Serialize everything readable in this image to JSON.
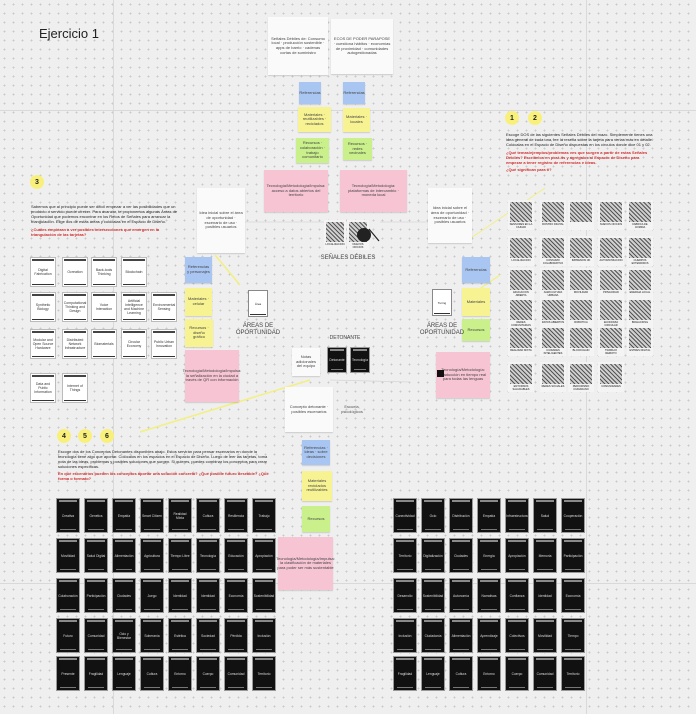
{
  "board": {
    "title": "Ejercicio 1"
  },
  "steps": {
    "s1": "1",
    "s2": "2",
    "s3": "3",
    "s4": "4",
    "s5": "5",
    "s6": "6"
  },
  "instructions": {
    "left_top": "Sabemos que al principio puede ser difícil empezar a ver las posibilidades que un producto o servicio puede ofrecer. Para avanzar, te proponemos algunas Áreas de Oportunidad que podemos encontrar en los Retos de Señales para arrancar la triangulación. Elige dos de estas áreas y colócalas en el Espacio de Diseño.",
    "left_top_q": "¿Cuáles empiezan a ver posibles intersecciones que emergen en la triangulación de las tarjetas?",
    "right_top": "Escoge DOS de las siguientes Señales Débiles del mazo. Simplemente tienes una idea general de cada una, lee la reseña sobre la tarjeta para verlas más en detalle. Colócalas en el Espacio de Diseño dispuestas en los círculos donde dice 01 y 02.",
    "right_top_q": "¿Qué temas/ejemplos/problemas ves que surgen a partir de estas Señales Débiles? Escríbelos en post-its y agrégalos al Espacio de Diseño para empezar a tener registro de referencias e ideas.",
    "right_top_q2": "¿Qué significan para ti?",
    "bottom": "Escoge dos de los Conceptos Detonantes disponibles abajo. Estos servirán para pensar escenarios en donde la tecnología tiene algo que aportar. Colócalos en los espacios en el Espacio de Diseño. Luego de leer las tarjetas, toma nota de las ideas, problemas y posibles soluciones que surgen. Si quieres, puedes combinar los conceptos para crear soluciones específicas.",
    "bottom_q": "En qué escenarios pueden los conceptos aportar una solución concreta? ¿Qué posible futuro deseable? ¿Qué forma o formato?"
  },
  "center": {
    "senales_label": "SEÑALES DÉBILES",
    "areas_left_label": "ÁREAS DE OPORTUNIDAD",
    "areas_right_label": "ÁREAS DE OPORTUNIDAD",
    "detonante_label": "DETONANTE",
    "doc_left": "Área",
    "doc_right": "Turing",
    "det_card_1": "Detonante",
    "det_card_2": "Tecnología"
  },
  "top_notes": {
    "white_1": "Señales Débiles de: Consumo local · producción sostenible · apps de barrio · cadenas cortas de suministro",
    "white_2": "ECOS DE PODER PARAPOSE · cuestiona hábitos · economías de proximidad · comunidades autogestionadas",
    "blue_1": "Referencias",
    "blue_2": "Referencias",
    "yel_1": "Materiales · reutilizables · reciclados",
    "yel_2": "Materiales · locales",
    "grn_1": "Recursos · colaboración · trabajo comunitario",
    "grn_2": "Recursos · redes vecinales",
    "pink_1": "Tecnología/Metodología/Impulsa: acceso a datos abiertos del territorio",
    "pink_2": "Tecnología/Metodología: plataformas de intercambio · moneda local"
  },
  "left_notes": {
    "white": "Idea inicial sobre el área de oportunidad · escenario de uso · posibles usuarios",
    "blue": "Referencias y personajes",
    "yel": "Materiales · celular",
    "grn": "Recursos · diseño gráfico",
    "pink": "Tecnología/Metodología/Impulsa: la señalización en la ciudad a través de QR con información"
  },
  "right_notes": {
    "white": "Idea inicial sobre el área de oportunidad · escenario de uso · posibles usuarios",
    "blue": "Referencias",
    "yel": "Materiales",
    "grn": "Recursos",
    "pink": "Tecnología/Metodología: Traducción en tiempo real para todas las lenguas"
  },
  "bottom_notes": {
    "white_center": "Concepto detonante · posibles escenarios",
    "white_small": "Notas adicionales del equipo",
    "label_notes": "Escuela, psicológicos",
    "blue": "Referencias · ideas · sobre decisiones",
    "yel": "Materiales reciclados reutilizables",
    "grn": "Recursos",
    "pink": "Tecnología/Metodología/Impulsa: la clasificación de materiales para poder ser más sustentable"
  },
  "area_cards_left": [
    "Digital Fabrication",
    "Ocreation",
    "Back-tools Thinking",
    "Blockchain",
    "Synthetic Biology",
    "Computational Thinking and Design",
    "Voice Interaction",
    "Artificial Intelligence and Machine Learning",
    "Environmental Sensing",
    "Modular and Open Source Hardware",
    "Distributed Network Infrastructure",
    "Biomaterials",
    "Circular Economy",
    "Public Urban Innovation",
    "Data and Public Information",
    "Internet of Things"
  ],
  "signal_cards": [
    "SENSORES EN LA CIUDAD",
    "ROSTRO DIGITAL",
    "",
    "NUEVOS OFICIOS",
    "FABRICA DE COMIDA",
    "LOCALIZACIÓN",
    "CONSUMO COLABORATIVO",
    "IMPRESIÓN 3D",
    "AUTOMATIZACIÓN",
    "CUERPOS EXTENDIDOS",
    "EDUCACIÓN ABIERTA",
    "AGRICULTURA URBANA",
    "MOVILIDAD",
    "PRIVACIDAD",
    "ENERGÍA LOCAL",
    "REDES COMUNITARIAS",
    "DATOS ABIERTOS",
    "ROBÓTICA",
    "ECONOMÍA CIRCULAR",
    "BIOHACKING",
    "REALIDAD MIXTA",
    "CIUDADES INTELIGENTES",
    "BLOCKCHAIN",
    "TRABAJO REMOTO",
    "ESTRÉS DIGITAL",
    "ENTORNOS SALUDABLES",
    "REDES SOCIALES",
    "PERIODISMO CIUDADANO",
    "COMUNIDADES"
  ],
  "detonante_left": [
    "Creativa",
    "Genetics",
    "Empatía",
    "Smart Citizen",
    "Realidad Mixta",
    "Cultura",
    "Resiliencia",
    "Trabajo",
    "Movilidad",
    "Salud Digital",
    "Alimentación",
    "Agricultura",
    "Tiempo Libre",
    "Tecnología",
    "Educación",
    "Apropiación",
    "Colaboración",
    "Participación",
    "Ciudades",
    "Juego",
    "Identidad",
    "Identidad",
    "Economía",
    "Sostenibilidad",
    "Futuro",
    "Comunidad",
    "Ocio y Bienestar",
    "Soberanía",
    "Estética",
    "Sociedad",
    "Pérdida",
    "Inclusión",
    "Presente",
    "Fragilidad",
    "Lenguaje",
    "Cultura",
    "Entorno",
    "Cuerpo",
    "Comunidad",
    "Territorio"
  ],
  "detonante_right": [
    "Conectividad",
    "Ocio",
    "Distribución",
    "Empatía",
    "Infraestructura",
    "Salud",
    "Cooperación",
    "Territorio",
    "Digitalización",
    "Ciudades",
    "Energía",
    "Apropiación",
    "Memoria",
    "Participación",
    "Desarrollo",
    "Sostenibilidad",
    "Autonomía",
    "Narrativas",
    "Confianza",
    "Identidad",
    "Economía",
    "Inclusión",
    "Ciudadanía",
    "Alimentación",
    "Aprendizaje",
    "Colectivos",
    "Movilidad",
    "Tiempo",
    "Fragilidad",
    "Lenguaje",
    "Cultura",
    "Entorno",
    "Cuerpo",
    "Comunidad",
    "Territorio"
  ],
  "colors": {
    "sticky_yellow": "#f7f392",
    "sticky_blue": "#a9c6f2",
    "sticky_green": "#c9f08a",
    "sticky_pink": "#f7c4d4",
    "number_badge": "#f8f07a",
    "highlight_text": "#d12c2c",
    "canvas": "#efefef"
  }
}
